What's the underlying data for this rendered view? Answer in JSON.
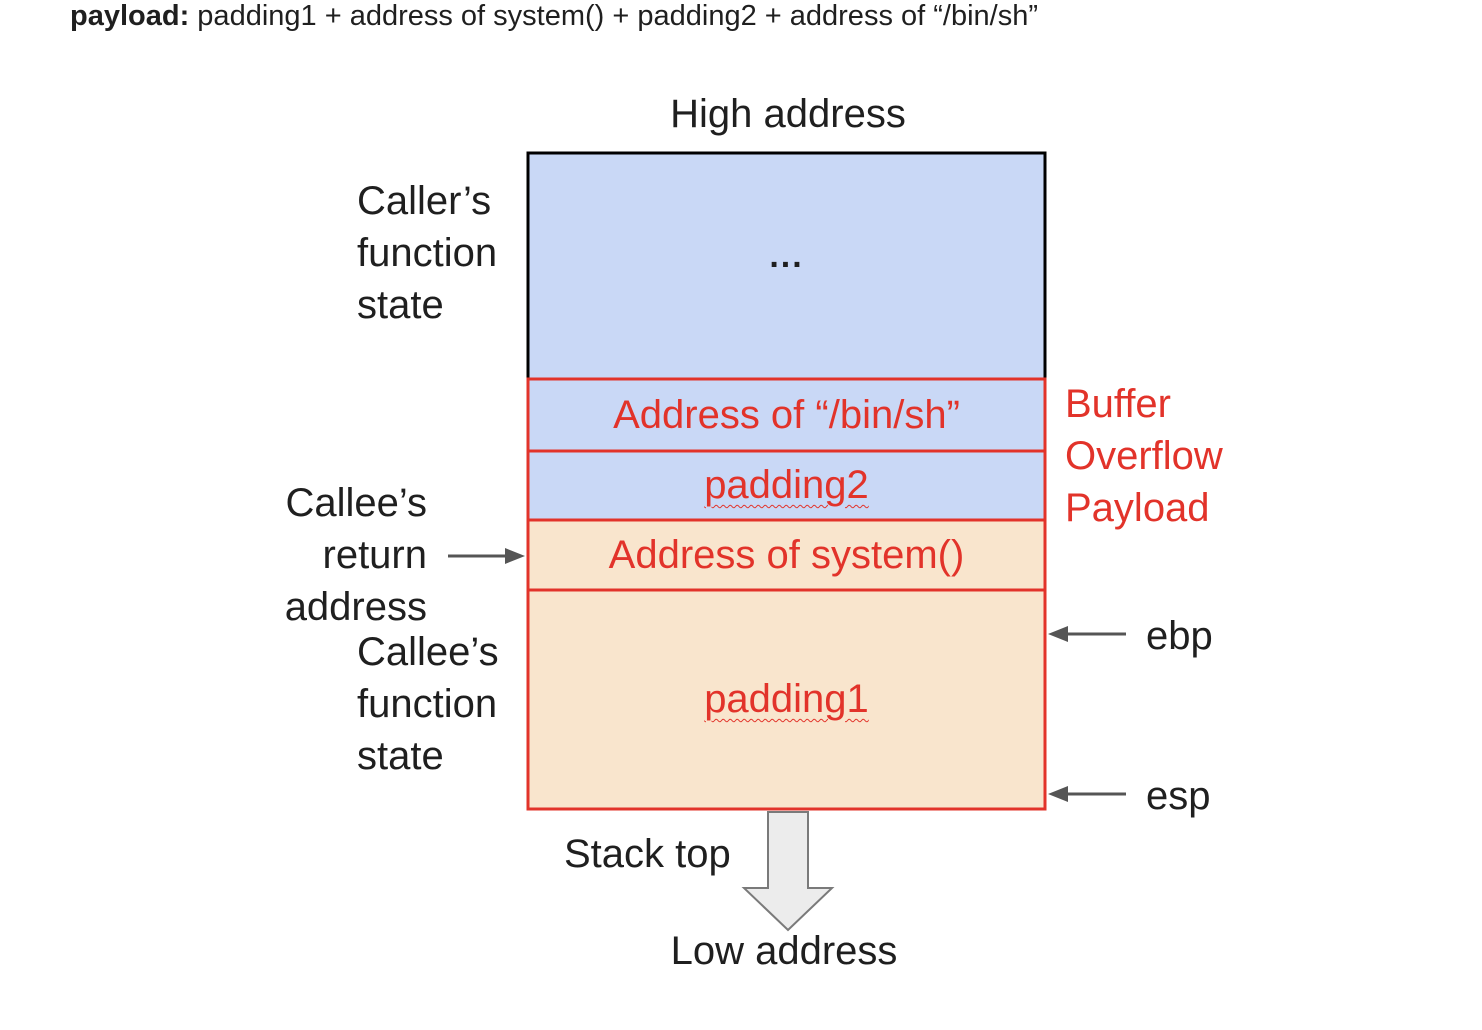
{
  "payload": {
    "label": "payload:",
    "text": " padding1 + address of system() + padding2 + address of “/bin/sh”"
  },
  "stack": {
    "high_address": "High address",
    "low_address": "Low address",
    "stack_top": "Stack top",
    "blocks": {
      "caller": "...",
      "binsh": "Address of “/bin/sh”",
      "padding2": "padding2",
      "system": "Address of system()",
      "padding1": "padding1"
    }
  },
  "left_labels": {
    "caller_state": [
      "Caller’s",
      "function",
      "state"
    ],
    "return_address": [
      "Callee’s",
      "return",
      "address"
    ],
    "callee_state": [
      "Callee’s",
      "function",
      "state"
    ]
  },
  "right_labels": {
    "payload": [
      "Buffer",
      "Overflow",
      "Payload"
    ],
    "ebp": "ebp",
    "esp": "esp"
  },
  "colors": {
    "blue_fill": "#c9d8f6",
    "peach_fill": "#f9e5cd",
    "red": "#e2332a",
    "black": "#000000",
    "arrow_gray": "#555555"
  }
}
